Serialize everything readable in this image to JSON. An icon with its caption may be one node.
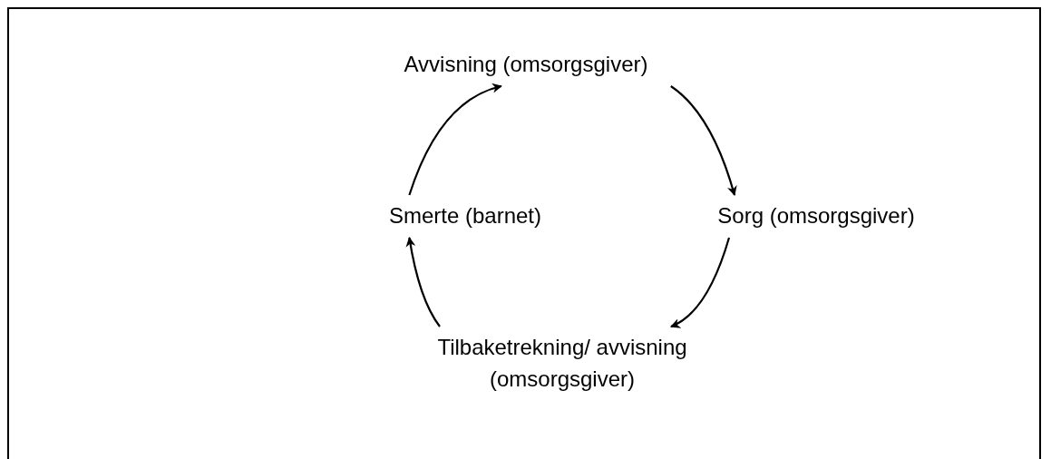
{
  "diagram": {
    "nodes": [
      {
        "text": [
          "Avvisning (omsorgsgiver)"
        ]
      },
      {
        "text": [
          "Sorg (omsorgsgiver)"
        ]
      },
      {
        "text": [
          "Tilbaketrekning/ avvisning (omsorgsgiver)"
        ]
      },
      {
        "text": [
          "Smerte (barnet)"
        ]
      }
    ],
    "edges": [
      {
        "from": 0,
        "to": 1,
        "arrow": "to"
      },
      {
        "from": 1,
        "to": 2,
        "arrow": "to"
      },
      {
        "from": 2,
        "to": 3,
        "arrow": "to"
      },
      {
        "from": 3,
        "to": 0,
        "arrow": "to"
      }
    ]
  }
}
